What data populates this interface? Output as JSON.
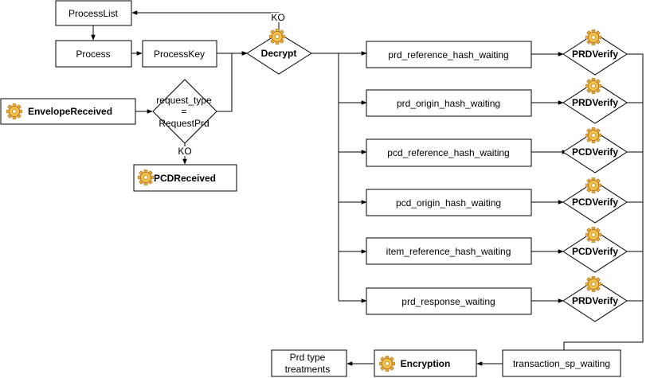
{
  "nodes": {
    "process_list": "ProcessList",
    "process": "Process",
    "process_key": "ProcessKey",
    "decrypt": "Decrypt",
    "envelope_received": "EnvelopeReceived",
    "request_type": [
      "request_type",
      "=",
      "RequestPrd"
    ],
    "pcd_received": "PCDReceived",
    "waiting": [
      "prd_reference_hash_waiting",
      "prd_origin_hash_waiting",
      "pcd_reference_hash_waiting",
      "pcd_origin_hash_waiting",
      "item_reference_hash_waiting",
      "prd_response_waiting"
    ],
    "verify": [
      "PRDVerify",
      "PRDVerify",
      "PCDVerify",
      "PCDVerify",
      "PCDVerify",
      "PRDVerify"
    ],
    "transaction_sp_waiting": "transaction_sp_waiting",
    "encryption": "Encryption",
    "prd_type_treatments": [
      "Prd type",
      "treatments"
    ]
  },
  "edge_labels": {
    "decrypt_ko": "KO",
    "request_type_ko": "KO"
  },
  "icons": {
    "process_icon": "gear-icon"
  },
  "colors": {
    "stroke": "#000000",
    "fill": "#ffffff",
    "gear": "#f6c34a"
  }
}
